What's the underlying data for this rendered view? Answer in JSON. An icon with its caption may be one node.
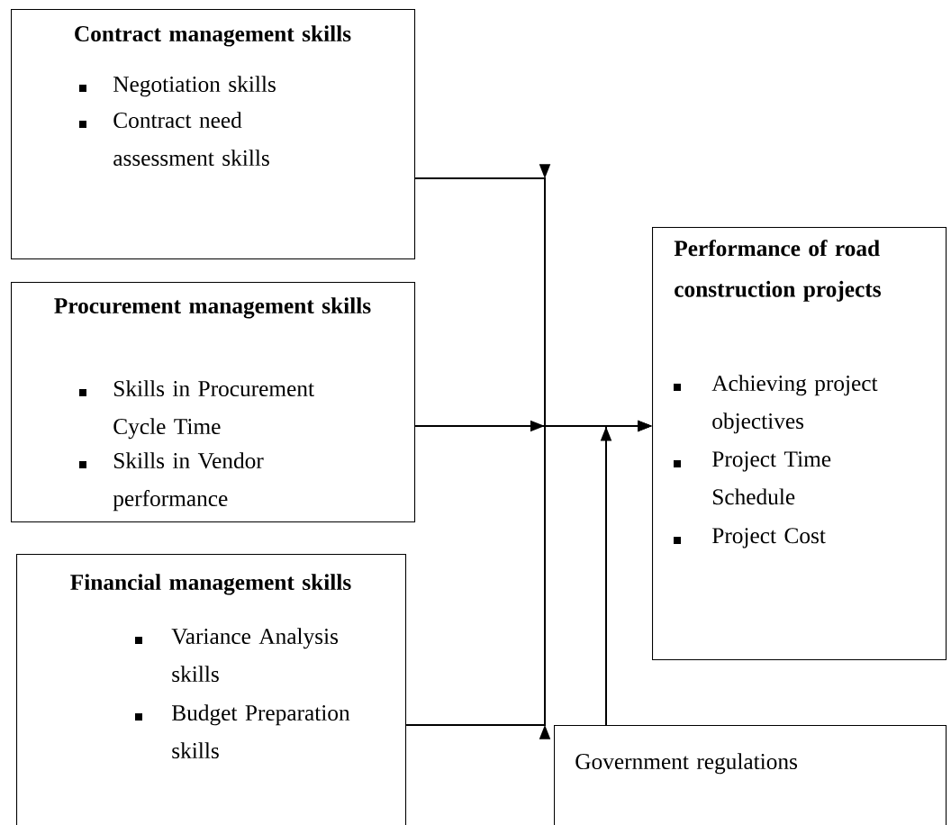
{
  "diagram": {
    "nodes": [
      {
        "text": [
          "Contract management skills",
          "Negotiation skills",
          "Contract need assessment skills"
        ]
      },
      {
        "text": [
          "Procurement management skills",
          "Skills in Procurement Cycle Time",
          "Skills in Vendor performance"
        ]
      },
      {
        "text": [
          "Financial management skills",
          "Variance Analysis skills",
          "Budget Preparation skills"
        ]
      },
      {
        "text": [
          "Performance of road construction projects",
          "Achieving project objectives",
          "Project Time Schedule",
          "Project Cost"
        ]
      },
      {
        "text": [
          "Government regulations"
        ]
      }
    ],
    "edges": [
      {
        "from": 0,
        "to": 3,
        "arrow": "to"
      },
      {
        "from": 1,
        "to": 3,
        "arrow": "to"
      },
      {
        "from": 2,
        "to": 3,
        "arrow": "to"
      },
      {
        "from": 4,
        "to": 3,
        "arrow": "to"
      }
    ]
  }
}
